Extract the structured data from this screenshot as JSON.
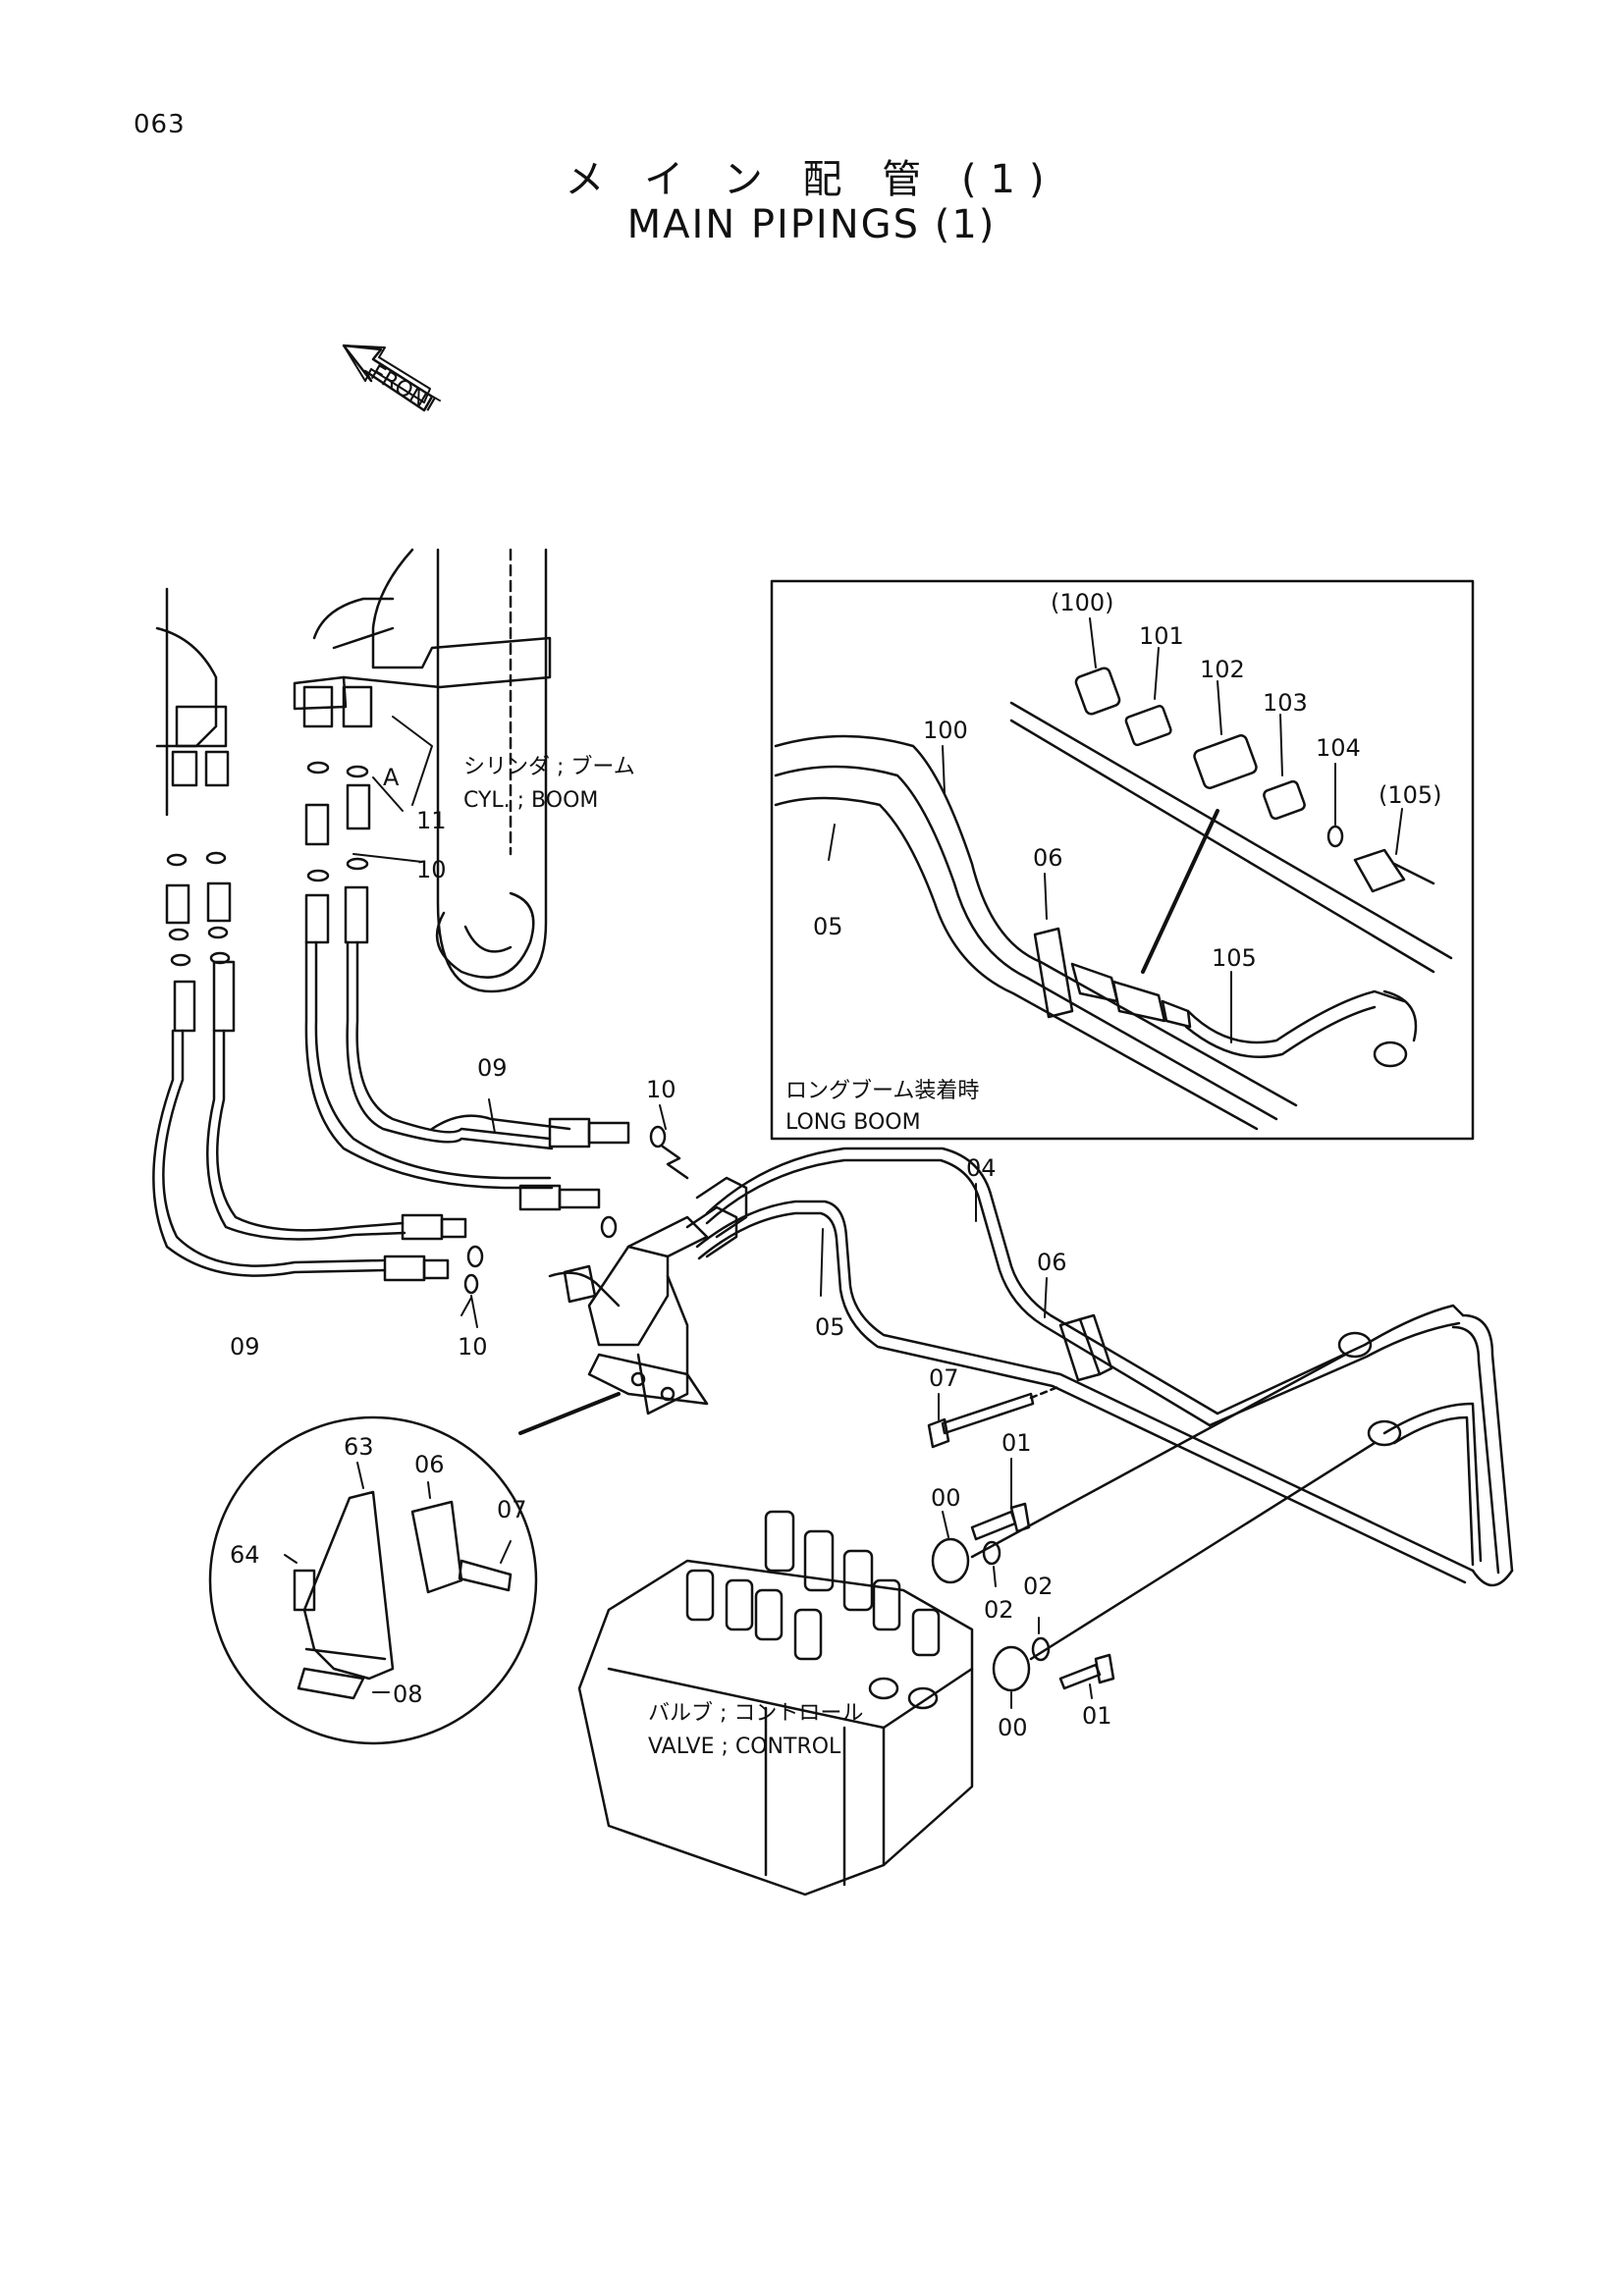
{
  "page": {
    "number": "063"
  },
  "title": {
    "japanese": "メ イ ン 配 管 (1)",
    "english": "MAIN PIPINGS (1)"
  },
  "front_arrow": {
    "label": "FRONT",
    "icon": "front-arrow-icon"
  },
  "callouts": {
    "boom_cylinder": {
      "jp": "シリンダ ; ブーム",
      "en": "CYL. ; BOOM"
    },
    "long_boom": {
      "jp": "ロングブーム装着時",
      "en": "LONG BOOM"
    },
    "control_valve": {
      "jp": "バルブ ; コントロール",
      "en": "VALVE ; CONTROL"
    },
    "view_a": "A"
  },
  "part_labels": {
    "p11": "11",
    "p10_top": "10",
    "p09_top": "09",
    "p10_mid": "10",
    "p09_bottom": "09",
    "p10_bottom": "10",
    "p04": "04",
    "p05": "05",
    "p06": "06",
    "p07": "07",
    "p01_top": "01",
    "p00_top": "00",
    "p02_a": "02",
    "p02_b": "02",
    "p01_bottom": "01",
    "p00_bottom": "00"
  },
  "inset_long_boom": {
    "p100": "(100)",
    "p101": "101",
    "p102": "102",
    "p103": "103",
    "p104": "104",
    "p105_paren": "(105)",
    "p100_pipe": "100",
    "p05": "05",
    "p06": "06",
    "p105": "105"
  },
  "inset_bracket": {
    "p63": "63",
    "p06": "06",
    "p07": "07",
    "p64": "64",
    "p08": "08"
  }
}
